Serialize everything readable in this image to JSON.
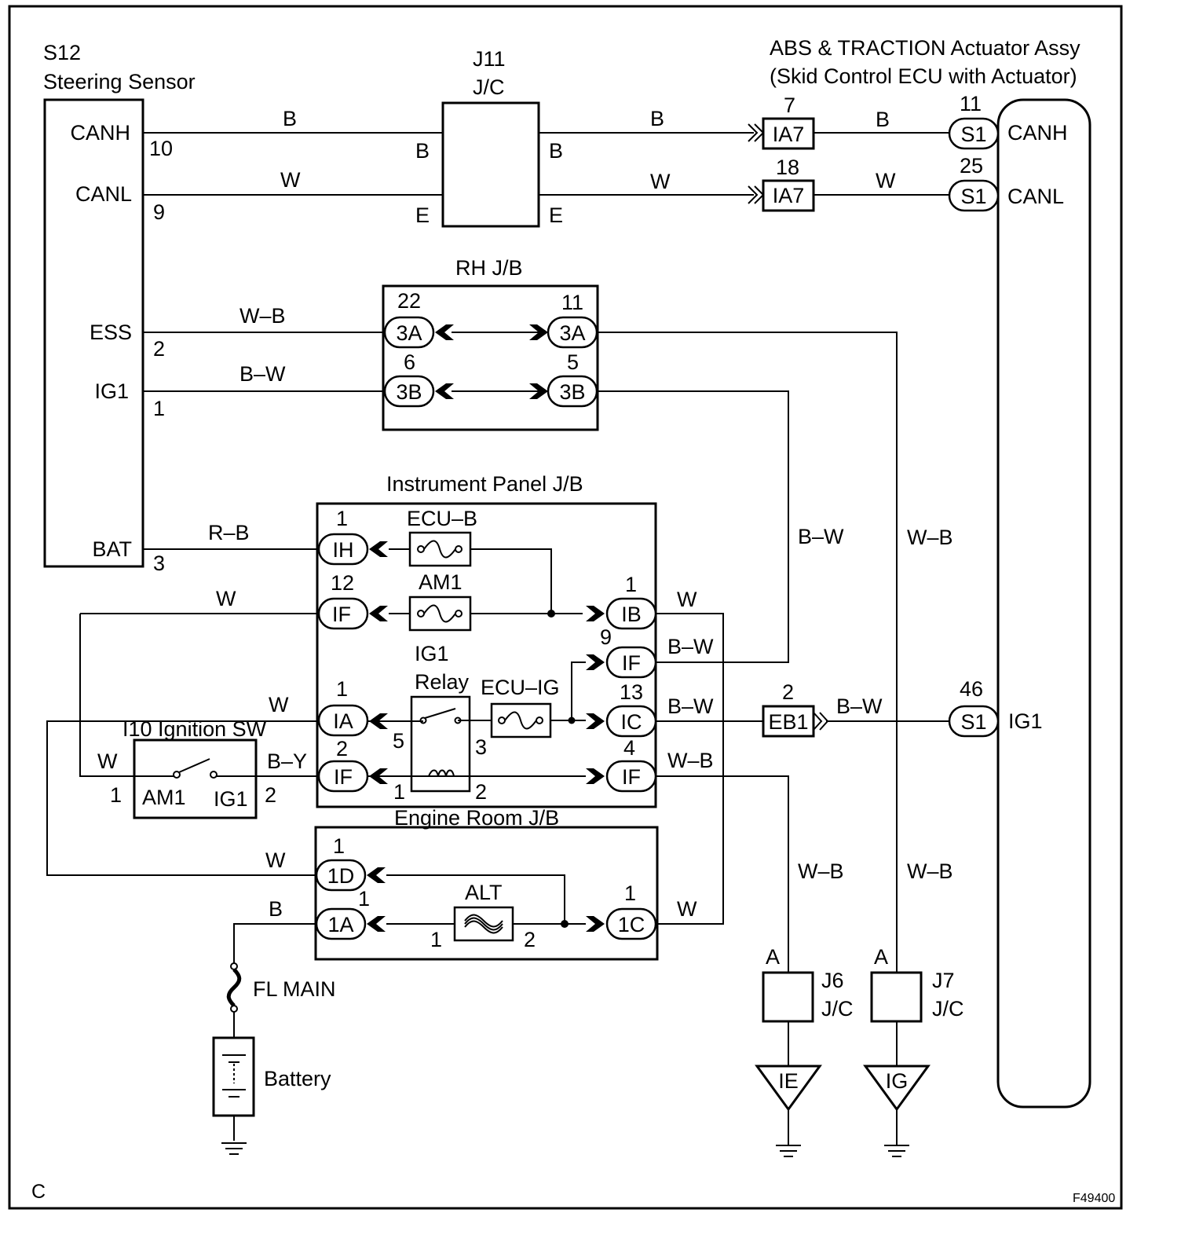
{
  "corner_label": "C",
  "figure_code": "F49400",
  "steering_sensor": {
    "id": "S12",
    "name": "Steering Sensor",
    "pins": {
      "canh": {
        "label": "CANH",
        "num": "10"
      },
      "canl": {
        "label": "CANL",
        "num": "9"
      },
      "ess": {
        "label": "ESS",
        "num": "2"
      },
      "ig1": {
        "label": "IG1",
        "num": "1"
      },
      "bat": {
        "label": "BAT",
        "num": "3"
      }
    }
  },
  "j11": {
    "id": "J11",
    "type": "J/C",
    "left_top": "B",
    "left_bottom": "E",
    "right_top": "B",
    "right_bottom": "E"
  },
  "abs": {
    "title_line1": "ABS & TRACTION Actuator Assy",
    "title_line2": "(Skid Control ECU with Actuator)",
    "canh": {
      "num": "11",
      "conn": "S1",
      "label": "CANH"
    },
    "canl": {
      "num": "25",
      "conn": "S1",
      "label": "CANL"
    },
    "ig1": {
      "num": "46",
      "conn": "S1",
      "label": "IG1"
    }
  },
  "ia7": {
    "top": {
      "num": "7",
      "label": "IA7"
    },
    "bottom": {
      "num": "18",
      "label": "IA7"
    }
  },
  "eb1": {
    "num": "2",
    "label": "EB1"
  },
  "rh_jb": {
    "title": "RH J/B",
    "c22": {
      "num": "22",
      "label": "3A"
    },
    "c11": {
      "num": "11",
      "label": "3A"
    },
    "c6": {
      "num": "6",
      "label": "3B"
    },
    "c5": {
      "num": "5",
      "label": "3B"
    }
  },
  "ip_jb": {
    "title": "Instrument Panel J/B",
    "ih": {
      "num": "1",
      "label": "IH"
    },
    "if12": {
      "num": "12",
      "label": "IF"
    },
    "ia1": {
      "num": "1",
      "label": "IA"
    },
    "if2": {
      "num": "2",
      "label": "IF"
    },
    "ib1": {
      "num": "1",
      "label": "IB"
    },
    "if9": {
      "num": "9",
      "label": "IF"
    },
    "ic13": {
      "num": "13",
      "label": "IC"
    },
    "if4": {
      "num": "4",
      "label": "IF"
    },
    "fuse_ecub": "ECU–B",
    "fuse_am1": "AM1",
    "fuse_ecuig": "ECU–IG",
    "relay_line1": "IG1",
    "relay_line2": "Relay",
    "relay_pins": {
      "p5": "5",
      "p3": "3",
      "p1": "1",
      "p2": "2"
    }
  },
  "ign_sw": {
    "title": "I10 Ignition SW",
    "am1": "AM1",
    "ig1": "IG1",
    "pin1": "1",
    "pin2": "2"
  },
  "er_jb": {
    "title": "Engine Room J/B",
    "d1": {
      "num": "1",
      "label": "1D"
    },
    "a1": {
      "num": "1",
      "label": "1A"
    },
    "c1": {
      "num": "1",
      "label": "1C"
    },
    "fuse_alt": "ALT",
    "alt_pin1": "1",
    "alt_pin2": "2"
  },
  "fl_main": "FL MAIN",
  "battery": "Battery",
  "j6": {
    "pin": "A",
    "id": "J6",
    "type": "J/C",
    "ground": "IE"
  },
  "j7": {
    "pin": "A",
    "id": "J7",
    "type": "J/C",
    "ground": "IG"
  },
  "wires": {
    "canh_left": "B",
    "canh_right": "B",
    "canh_abs": "B",
    "canl_left": "W",
    "canl_right": "W",
    "canl_abs": "W",
    "ess": "W–B",
    "ig1": "B–W",
    "bat": "R–B",
    "am1_feed": "W",
    "ib1": "W",
    "if9": "B–W",
    "ic13": "B–W",
    "if4": "W–B",
    "eb1_abs": "B–W",
    "vert_bw": "B–W",
    "vert_wb": "W–B",
    "ia1": "W",
    "sw_am1": "W",
    "sw_ig1": "B–Y",
    "d1": "W",
    "a1": "B",
    "c1": "W",
    "j6_wb": "W–B",
    "j7_wb": "W–B"
  }
}
